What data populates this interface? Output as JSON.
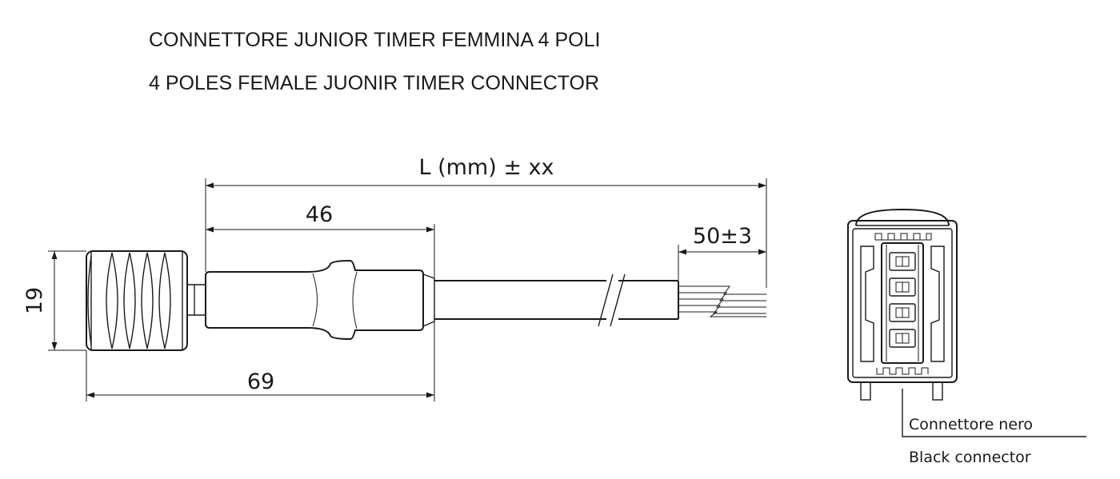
{
  "titles": {
    "line1": "CONNETTORE JUNIOR TIMER FEMMINA 4 POLI",
    "line2": "4 POLES FEMALE JUONIR TIMER CONNECTOR"
  },
  "dimensions": {
    "total_length": "L (mm) ± xx",
    "body_length": "46",
    "strip_length": "50±3",
    "height": "19",
    "overall_length": "69"
  },
  "callout": {
    "line1": "Connettore nero",
    "line2": "Black connector"
  }
}
